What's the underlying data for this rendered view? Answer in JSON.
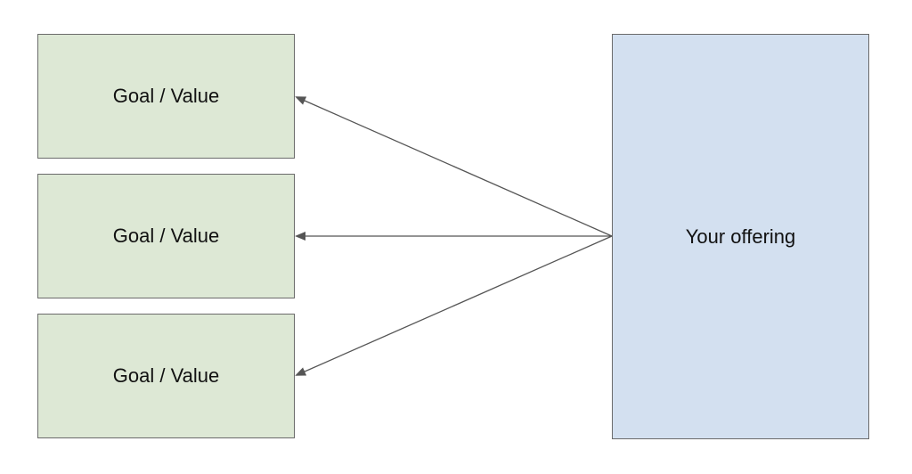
{
  "diagram": {
    "goals": [
      {
        "label": "Goal / Value"
      },
      {
        "label": "Goal / Value"
      },
      {
        "label": "Goal / Value"
      }
    ],
    "offering": {
      "label": "Your offering"
    },
    "colors": {
      "goal_fill": "#dde8d5",
      "offering_fill": "#d3e0f0",
      "border": "#6b6b6b",
      "connector": "#555555"
    }
  }
}
